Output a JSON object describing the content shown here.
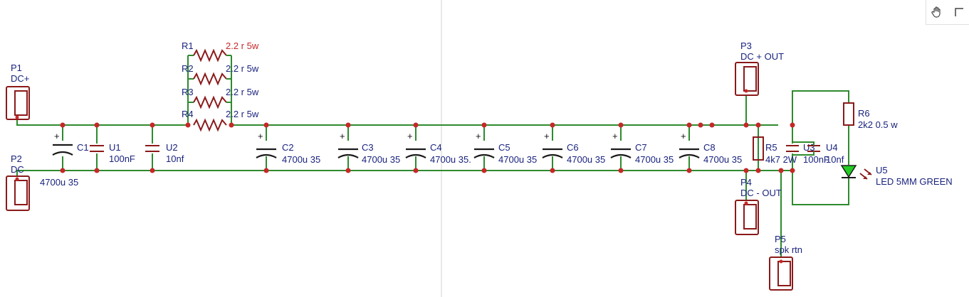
{
  "toolbar": {
    "pan_icon": "hand-icon",
    "select_icon": "corner-select-icon"
  },
  "colors": {
    "wire": "#2e8b2e",
    "part": "#8b1a1a",
    "text": "#1a237e",
    "highlight": "#c62828",
    "led": "#22cc22"
  },
  "connectors": [
    {
      "ref": "P1",
      "value": "DC+"
    },
    {
      "ref": "P2",
      "value": "DC"
    },
    {
      "ref": "P3",
      "value": "DC + OUT"
    },
    {
      "ref": "P4",
      "value": "DC - OUT"
    },
    {
      "ref": "P5",
      "value": "spk rtn"
    }
  ],
  "resistors": [
    {
      "ref": "R1",
      "value": "2.2 r 5w"
    },
    {
      "ref": "R2",
      "value": "2.2 r 5w"
    },
    {
      "ref": "R3",
      "value": "2.2 r 5w"
    },
    {
      "ref": "R4",
      "value": "2.2 r 5w"
    },
    {
      "ref": "R5",
      "value": "4k7 2W"
    },
    {
      "ref": "R6",
      "value": "2k2 0.5 w"
    }
  ],
  "capacitors": [
    {
      "ref": "C1",
      "value": "4700u 35"
    },
    {
      "ref": "U1",
      "value": "100nF"
    },
    {
      "ref": "U2",
      "value": "10nf"
    },
    {
      "ref": "C2",
      "value": "4700u 35"
    },
    {
      "ref": "C3",
      "value": "4700u 35"
    },
    {
      "ref": "C4",
      "value": "4700u 35."
    },
    {
      "ref": "C5",
      "value": "4700u 35"
    },
    {
      "ref": "C6",
      "value": "4700u 35"
    },
    {
      "ref": "C7",
      "value": "4700u 35"
    },
    {
      "ref": "C8",
      "value": "4700u 35"
    },
    {
      "ref": "U3",
      "value": "100nF"
    },
    {
      "ref": "U4",
      "value": "10nf"
    }
  ],
  "led": {
    "ref": "U5",
    "value": "LED 5MM GREEN"
  }
}
